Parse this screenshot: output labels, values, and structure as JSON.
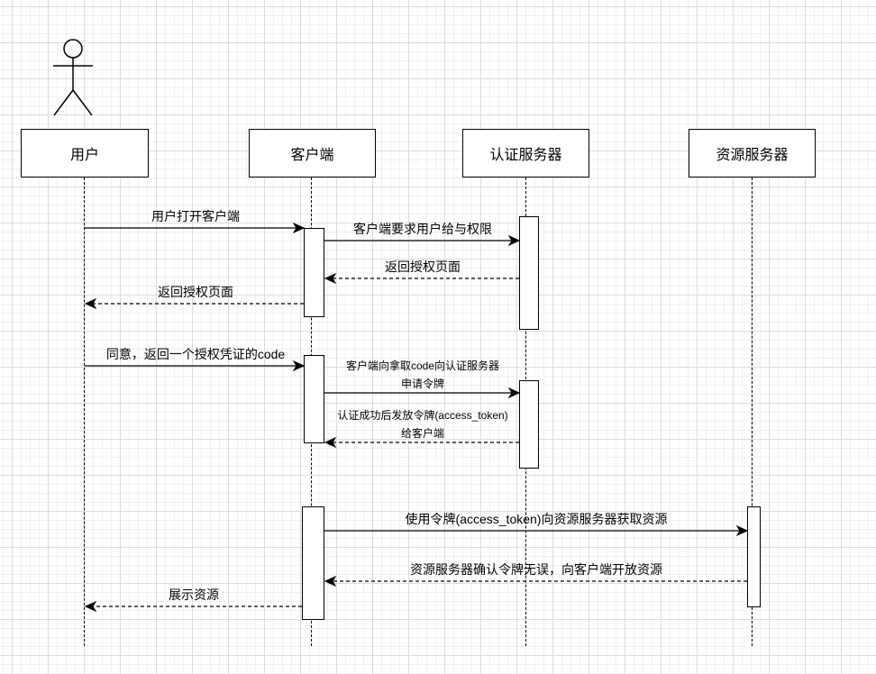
{
  "participants": {
    "user": "用户",
    "client": "客户端",
    "auth_server": "认证服务器",
    "resource_server": "资源服务器"
  },
  "messages": {
    "m1": "用户打开客户端",
    "m2": "客户端要求用户给与权限",
    "m3": "返回授权页面",
    "m4": "返回授权页面",
    "m5": "同意，返回一个授权凭证的code",
    "m6_line1": "客户端向拿取code向认证服务器",
    "m6_line2": "申请令牌",
    "m7_line1": "认证成功后发放令牌(access_token)",
    "m7_line2": "给客户端",
    "m8": "使用令牌(access_token)向资源服务器获取资源",
    "m9": "资源服务器确认令牌无误，向客户端开放资源",
    "m10": "展示资源"
  },
  "colors": {
    "line": "#000000",
    "grid": "#dcdcdc",
    "background": "#ffffff"
  }
}
